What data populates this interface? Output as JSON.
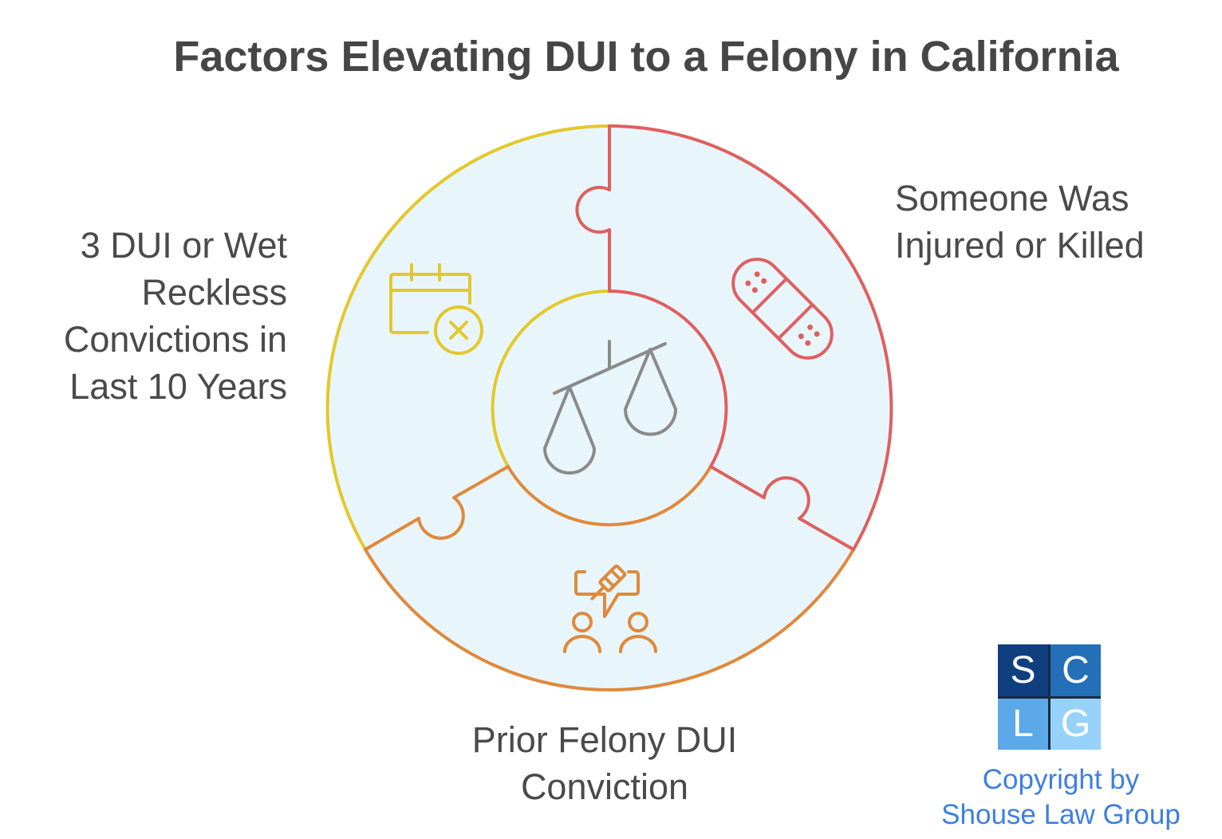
{
  "title": "Factors Elevating DUI to a Felony in California",
  "segments": [
    {
      "label_lines": [
        "3 DUI or Wet",
        "Reckless",
        "Convictions in",
        "Last 10 Years"
      ],
      "icon": "calendar-x-icon",
      "color": "#e3c82a"
    },
    {
      "label_lines": [
        "Someone Was",
        "Injured or Killed"
      ],
      "icon": "bandage-icon",
      "color": "#e05f5f"
    },
    {
      "label_lines": [
        "Prior Felony DUI",
        "Conviction"
      ],
      "icon": "courtroom-gavel-icon",
      "color": "#e0893a"
    }
  ],
  "center_icon": "scales-of-justice-icon",
  "fill_color": "#e8f6fc",
  "logo": {
    "letters": [
      "S",
      "C",
      "L",
      "G"
    ],
    "colors": [
      "#0f3f7f",
      "#2470b8",
      "#5ba9e8",
      "#97d2fa"
    ]
  },
  "copyright": [
    "Copyright by",
    "Shouse Law Group"
  ]
}
